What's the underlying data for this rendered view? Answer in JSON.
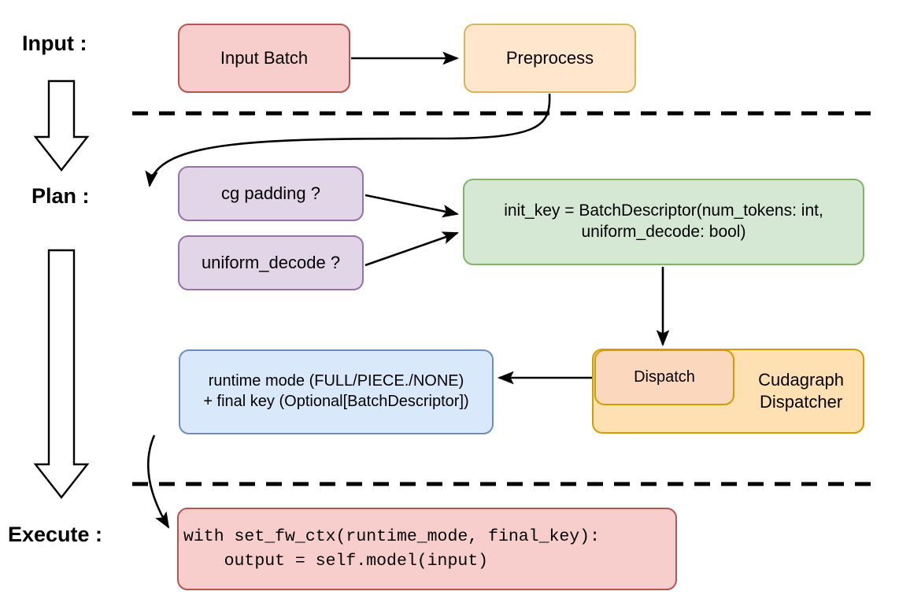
{
  "diagram": {
    "title": "CUDA graph dispatch pipeline",
    "background": "#ffffff",
    "stages": [
      {
        "id": "input",
        "label": "Input :"
      },
      {
        "id": "plan",
        "label": "Plan :"
      },
      {
        "id": "execute",
        "label": "Execute :"
      }
    ],
    "nodes": [
      {
        "id": "input-batch",
        "label": "Input Batch",
        "fill": "#f8cecc",
        "stroke": "#b85450",
        "font_size": 22
      },
      {
        "id": "preprocess",
        "label": "Preprocess",
        "fill": "#ffe6cc",
        "stroke": "#d6b656",
        "font_size": 22
      },
      {
        "id": "cg-padding",
        "label": "cg padding ?",
        "fill": "#e1d5e7",
        "stroke": "#9673a6",
        "font_size": 22
      },
      {
        "id": "uniform-decode",
        "label": "uniform_decode ?",
        "fill": "#e1d5e7",
        "stroke": "#9673a6",
        "font_size": 22
      },
      {
        "id": "init-key",
        "label": "init_key = BatchDescriptor(num_tokens: int,\nuniform_decode: bool)",
        "fill": "#d5e8d4",
        "stroke": "#82b366",
        "font_size": 21
      },
      {
        "id": "cudagraph-dispatcher",
        "label": "Cudagraph\nDispatcher",
        "fill": "#ffe0b2",
        "stroke": "#d79b00",
        "font_size": 22
      },
      {
        "id": "dispatch",
        "label": "Dispatch",
        "fill": "#fad7bd",
        "stroke": "#d79b00",
        "font_size": 20
      },
      {
        "id": "runtime-mode",
        "label": "runtime mode (FULL/PIECE./NONE)\n+ final key (Optional[BatchDescriptor])",
        "fill": "#dae8fc",
        "stroke": "#6c8ebf",
        "font_size": 20
      }
    ],
    "code_node": {
      "id": "execute-code",
      "fill": "#f8cecc",
      "stroke": "#b85450",
      "lines": "with set_fw_ctx(runtime_mode, final_key):\n    output = self.model(input)"
    },
    "dividers": [
      {
        "id": "divider-input-plan",
        "style": "dashed"
      },
      {
        "id": "divider-plan-execute",
        "style": "dashed"
      }
    ],
    "flow_arrows": [
      {
        "id": "input-batch-to-preprocess",
        "from": "input-batch",
        "to": "preprocess"
      },
      {
        "id": "preprocess-to-cg-padding",
        "from": "preprocess",
        "to": "cg-padding"
      },
      {
        "id": "cg-padding-to-init-key",
        "from": "cg-padding",
        "to": "init-key"
      },
      {
        "id": "uniform-decode-to-init-key",
        "from": "uniform-decode",
        "to": "init-key"
      },
      {
        "id": "init-key-to-dispatch",
        "from": "init-key",
        "to": "dispatch"
      },
      {
        "id": "dispatch-to-runtime-mode",
        "from": "dispatch",
        "to": "runtime-mode"
      },
      {
        "id": "runtime-mode-to-execute-code",
        "from": "runtime-mode",
        "to": "execute-code"
      }
    ],
    "stage_arrows": [
      {
        "id": "stage-arrow-input-to-plan",
        "direction": "down"
      },
      {
        "id": "stage-arrow-plan-to-execute",
        "direction": "down"
      }
    ],
    "colors": {
      "line": "#000000",
      "divider": "#000000",
      "text": "#000000"
    }
  }
}
